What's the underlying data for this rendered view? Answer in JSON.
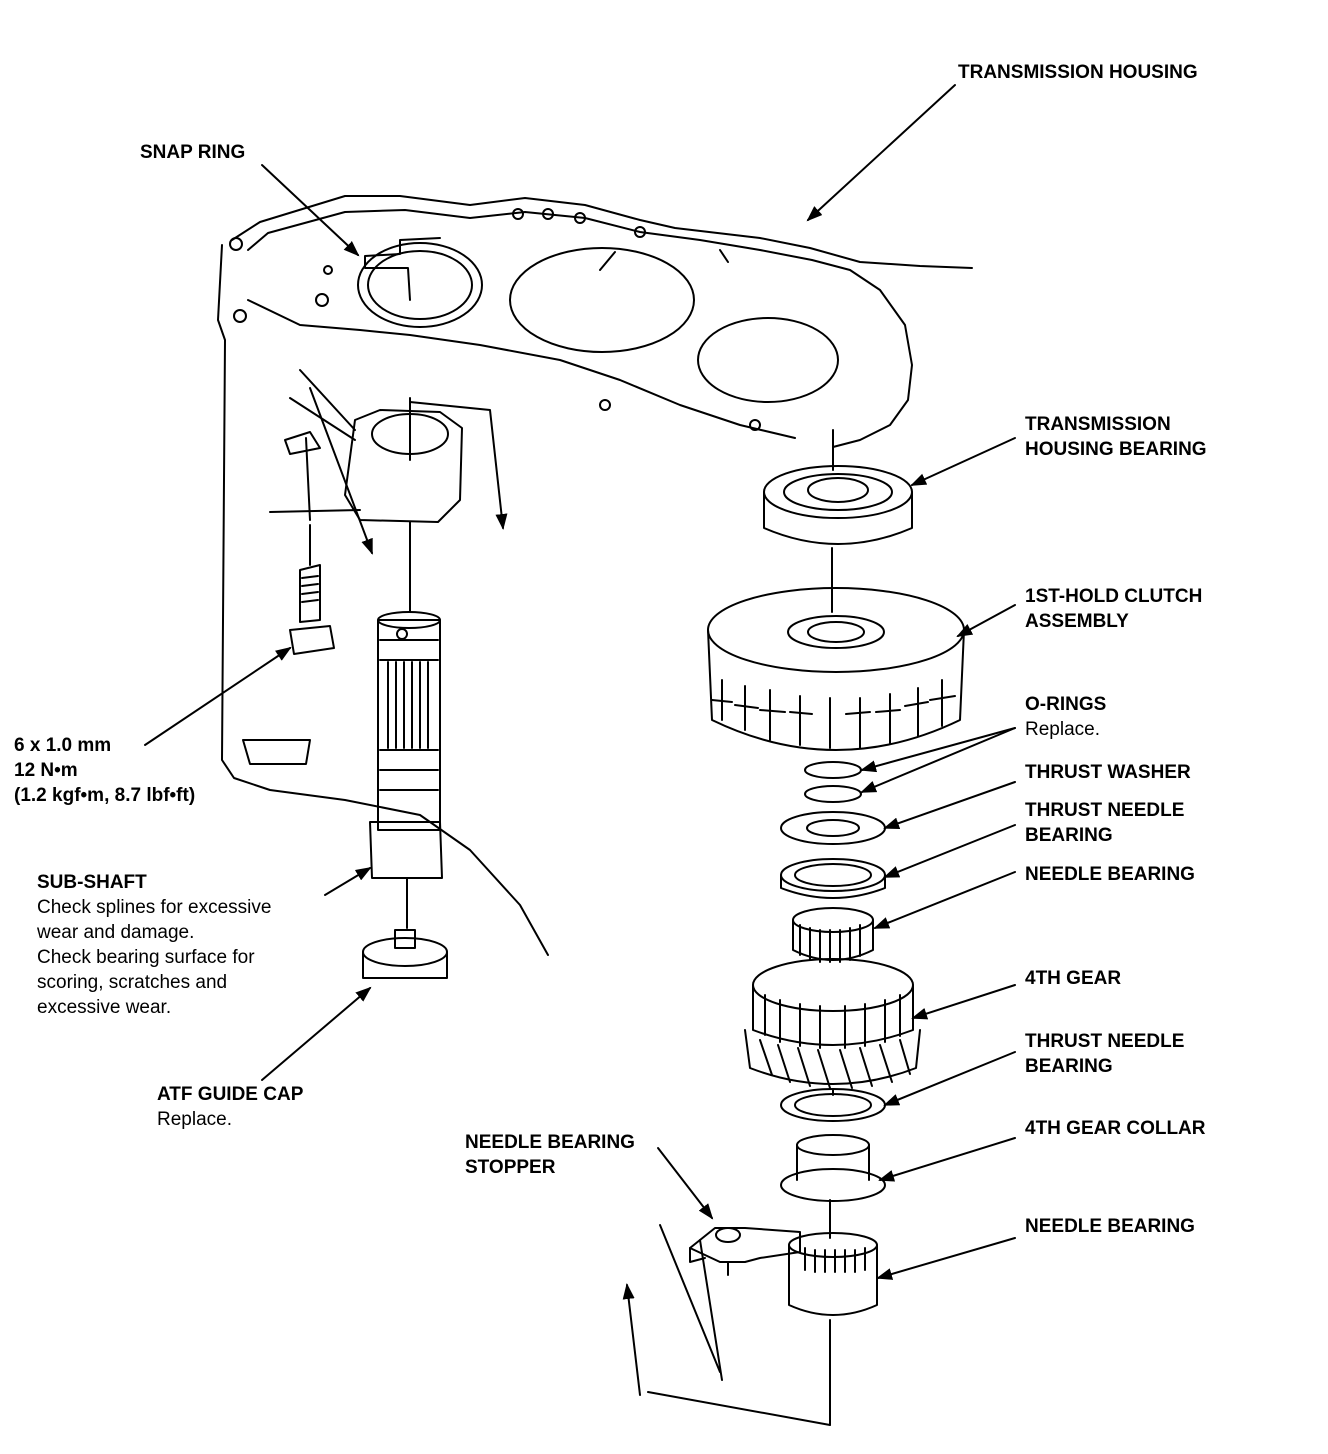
{
  "labels": {
    "transmission_housing": "TRANSMISSION HOUSING",
    "snap_ring": "SNAP RING",
    "transmission_housing_bearing": [
      "TRANSMISSION",
      "HOUSING BEARING"
    ],
    "first_hold_clutch": [
      "1ST-HOLD CLUTCH",
      "ASSEMBLY"
    ],
    "o_rings": {
      "title": "O-RINGS",
      "note": "Replace."
    },
    "thrust_washer": "THRUST WASHER",
    "thrust_needle_bearing_1": [
      "THRUST NEEDLE",
      "BEARING"
    ],
    "needle_bearing_1": "NEEDLE BEARING",
    "fourth_gear": "4TH GEAR",
    "thrust_needle_bearing_2": [
      "THRUST NEEDLE",
      "BEARING"
    ],
    "fourth_gear_collar": "4TH GEAR COLLAR",
    "needle_bearing_2": "NEEDLE BEARING",
    "needle_bearing_stopper": [
      "NEEDLE BEARING",
      "STOPPER"
    ],
    "bolt_spec": [
      "6 x 1.0 mm",
      "12 N•m",
      "(1.2 kgf•m, 8.7 lbf•ft)"
    ],
    "sub_shaft": {
      "title": "SUB-SHAFT",
      "notes": [
        "Check splines for excessive",
        "wear and damage.",
        "Check bearing surface for",
        "scoring, scratches and",
        "excessive wear."
      ]
    },
    "atf_guide_cap": {
      "title": "ATF GUIDE CAP",
      "note": "Replace."
    }
  }
}
